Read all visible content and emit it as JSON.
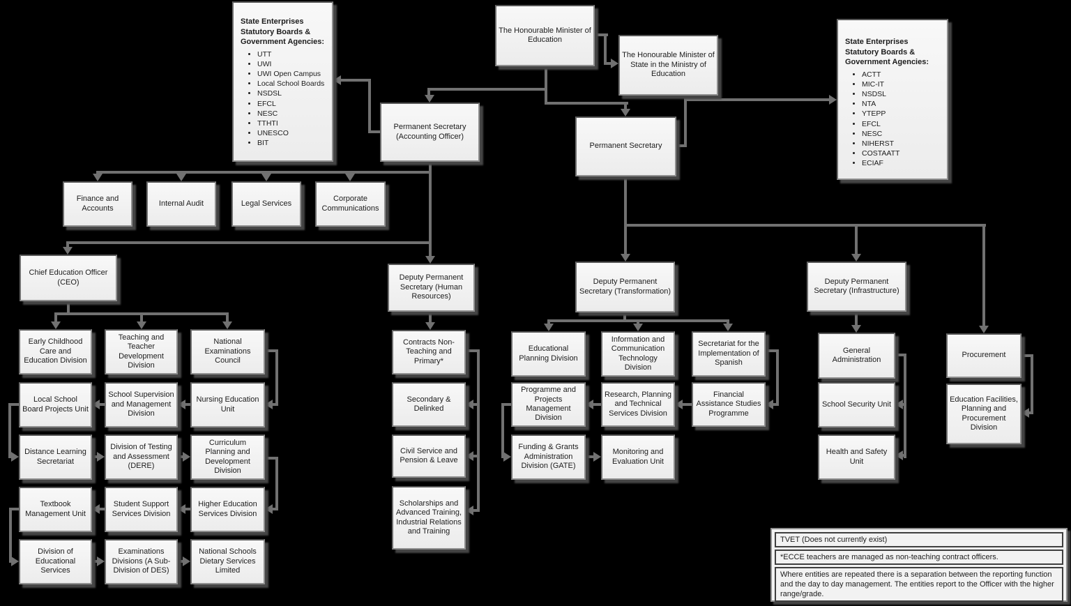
{
  "left_agencies": {
    "title": "State Enterprises Statutory Boards & Government Agencies:",
    "items": [
      "UTT",
      "UWI",
      "UWI Open Campus",
      "Local School Boards",
      "NSDSL",
      "EFCL",
      "NESC",
      "TTHTI",
      "UNESCO",
      "BIT"
    ]
  },
  "right_agencies": {
    "title": "State Enterprises Statutory Boards & Government Agencies:",
    "items": [
      "ACTT",
      "MIC-IT",
      "NSDSL",
      "NTA",
      "YTEPP",
      "EFCL",
      "NESC",
      "NIHERST",
      "COSTAATT",
      "ECIAF"
    ]
  },
  "nodes": {
    "minister": "The Honourable Minister of Education",
    "minister_state": "The Honourable Minister of State in the Ministry of Education",
    "ps_accounting": "Permanent Secretary (Accounting Officer)",
    "ps": "Permanent Secretary",
    "finance": "Finance and Accounts",
    "internal_audit": "Internal Audit",
    "legal_services": "Legal Services",
    "corporate_comms": "Corporate Communications",
    "ceo": "Chief Education Officer (CEO)",
    "early_childhood": "Early Childhood Care and Education Division",
    "teaching_teacher": "Teaching and Teacher Development Division",
    "national_exams": "National Examinations Council",
    "local_school_board": "Local School Board Projects Unit",
    "school_supervision": "School Supervision and Management Division",
    "nursing": "Nursing Education Unit",
    "distance_learning": "Distance Learning Secretariat",
    "testing_assessment": "Division of Testing and Assessment (DERE)",
    "curriculum": "Curriculum Planning and Development Division",
    "textbook": "Textbook Management Unit",
    "student_support": "Student Support Services Division",
    "higher_education": "Higher Education Services Division",
    "div_edu_services": "Division of Educational Services",
    "examinations": "Examinations Divisions (A Sub-Division of DES)",
    "dietary": "National Schools Dietary Services Limited",
    "dps_hr": "Deputy Permanent Secretary (Human Resources)",
    "contracts": "Contracts Non-Teaching and Primary*",
    "secondary_delinked": "Secondary & Delinked",
    "civil_service": "Civil Service and Pension & Leave",
    "scholarships": "Scholarships and Advanced Training, Industrial Relations and Training",
    "dps_transformation": "Deputy Permanent Secretary (Transformation)",
    "edu_planning": "Educational Planning Division",
    "ict": "Information and Communication Technology Division",
    "secretariat_spanish": "Secretariat for the Implementation of Spanish",
    "programme_projects": "Programme and Projects Management Division",
    "research_planning": "Research, Planning and Technical Services Division",
    "financial_assistance": "Financial Assistance Studies Programme",
    "funding_grants": "Funding & Grants Administration Division (GATE)",
    "monitoring_eval": "Monitoring and Evaluation Unit",
    "dps_infrastructure": "Deputy Permanent Secretary (Infrastructure)",
    "general_admin": "General Administration",
    "school_security": "School Security Unit",
    "health_safety": "Health and Safety Unit",
    "procurement": "Procurement",
    "edu_facilities": "Education Facilities, Planning and Procurement Division"
  },
  "notes": [
    "TVET (Does not currently exist)",
    "*ECCE teachers are managed as non-teaching contract officers.",
    "Where entities are repeated there is a separation between the reporting function and the day to day management. The entities report to the Officer with the higher range/grade."
  ],
  "colors": {
    "background": "#000000",
    "node_fill": "#f2f2f2",
    "node_border": "#8f8f8f",
    "connector": "#717171",
    "text": "#1c1c1c"
  }
}
